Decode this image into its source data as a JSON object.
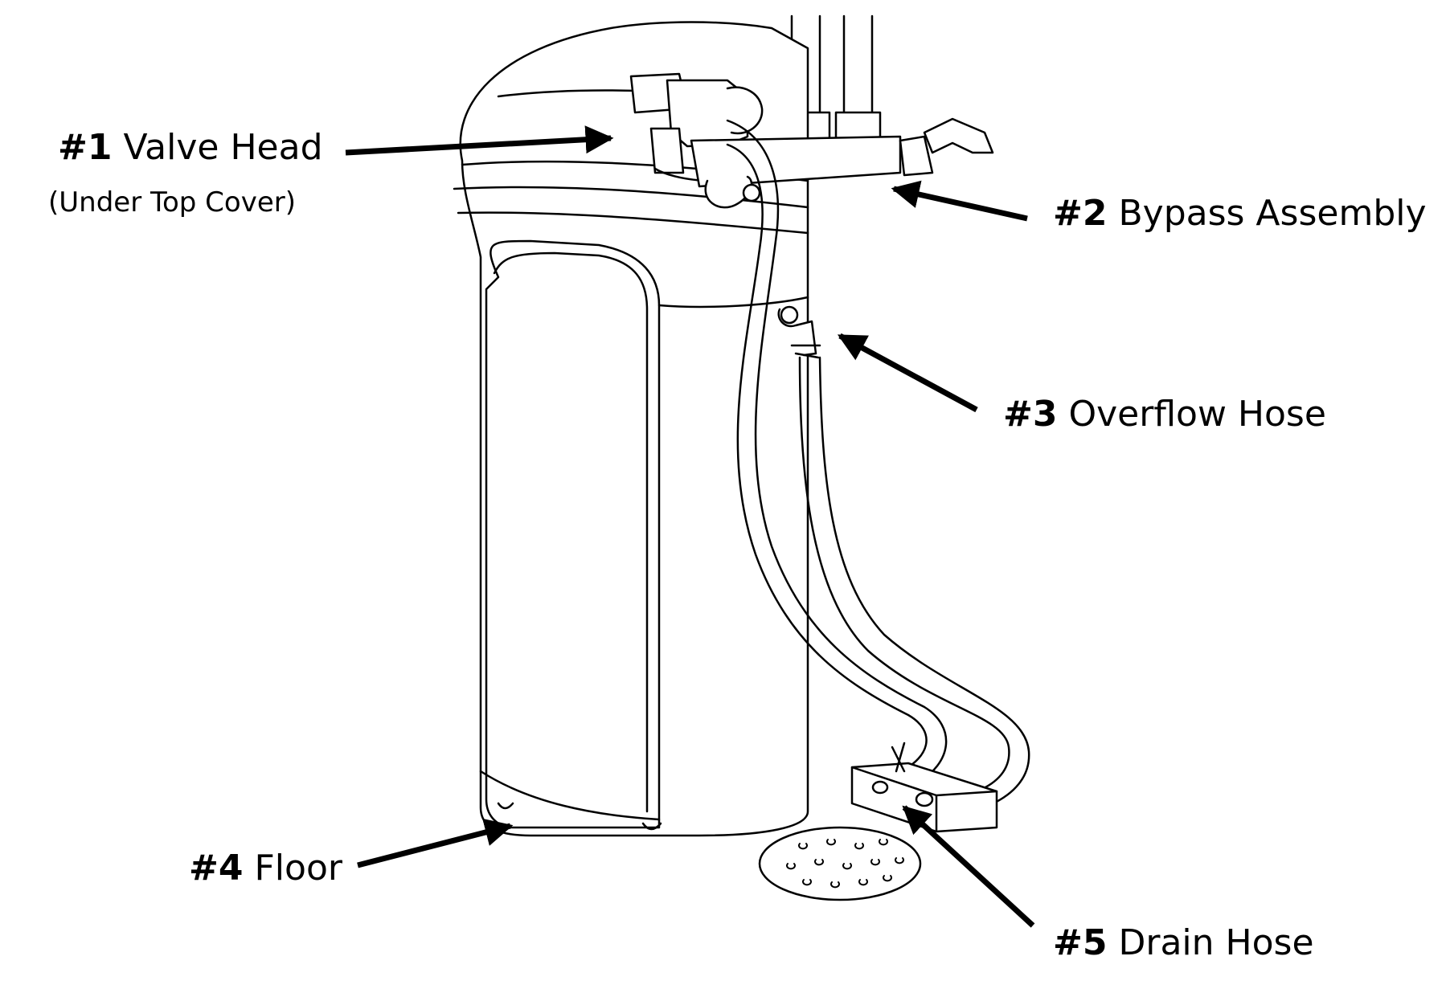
{
  "labels": {
    "valve_head": {
      "num": "#1",
      "name": "Valve Head",
      "sub": "(Under Top Cover)"
    },
    "bypass": {
      "num": "#2",
      "name": "Bypass Assembly"
    },
    "overflow": {
      "num": "#3",
      "name": "Overflow Hose"
    },
    "floor": {
      "num": "#4",
      "name": "Floor"
    },
    "drain": {
      "num": "#5",
      "name": "Drain Hose"
    }
  },
  "colors": {
    "line": "#000000",
    "fill": "#ffffff",
    "arrow": "#000000"
  }
}
